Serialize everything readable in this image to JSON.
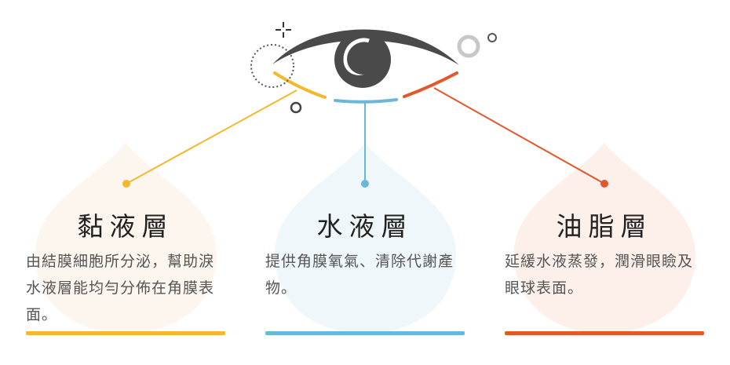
{
  "colors": {
    "mucus": "#f0b92e",
    "aqueous": "#6ab7d9",
    "lipid": "#e0582c",
    "eye": "#4a4a4a"
  },
  "layers": [
    {
      "title": "黏液層",
      "description": "由結膜細胞所分泌，幫助淚水液層能均勻分佈在角膜表面。"
    },
    {
      "title": "水液層",
      "description": "提供角膜氧氣、清除代謝產物。"
    },
    {
      "title": "油脂層",
      "description": "延緩水液蒸發，潤滑眼瞼及眼球表面。"
    }
  ]
}
